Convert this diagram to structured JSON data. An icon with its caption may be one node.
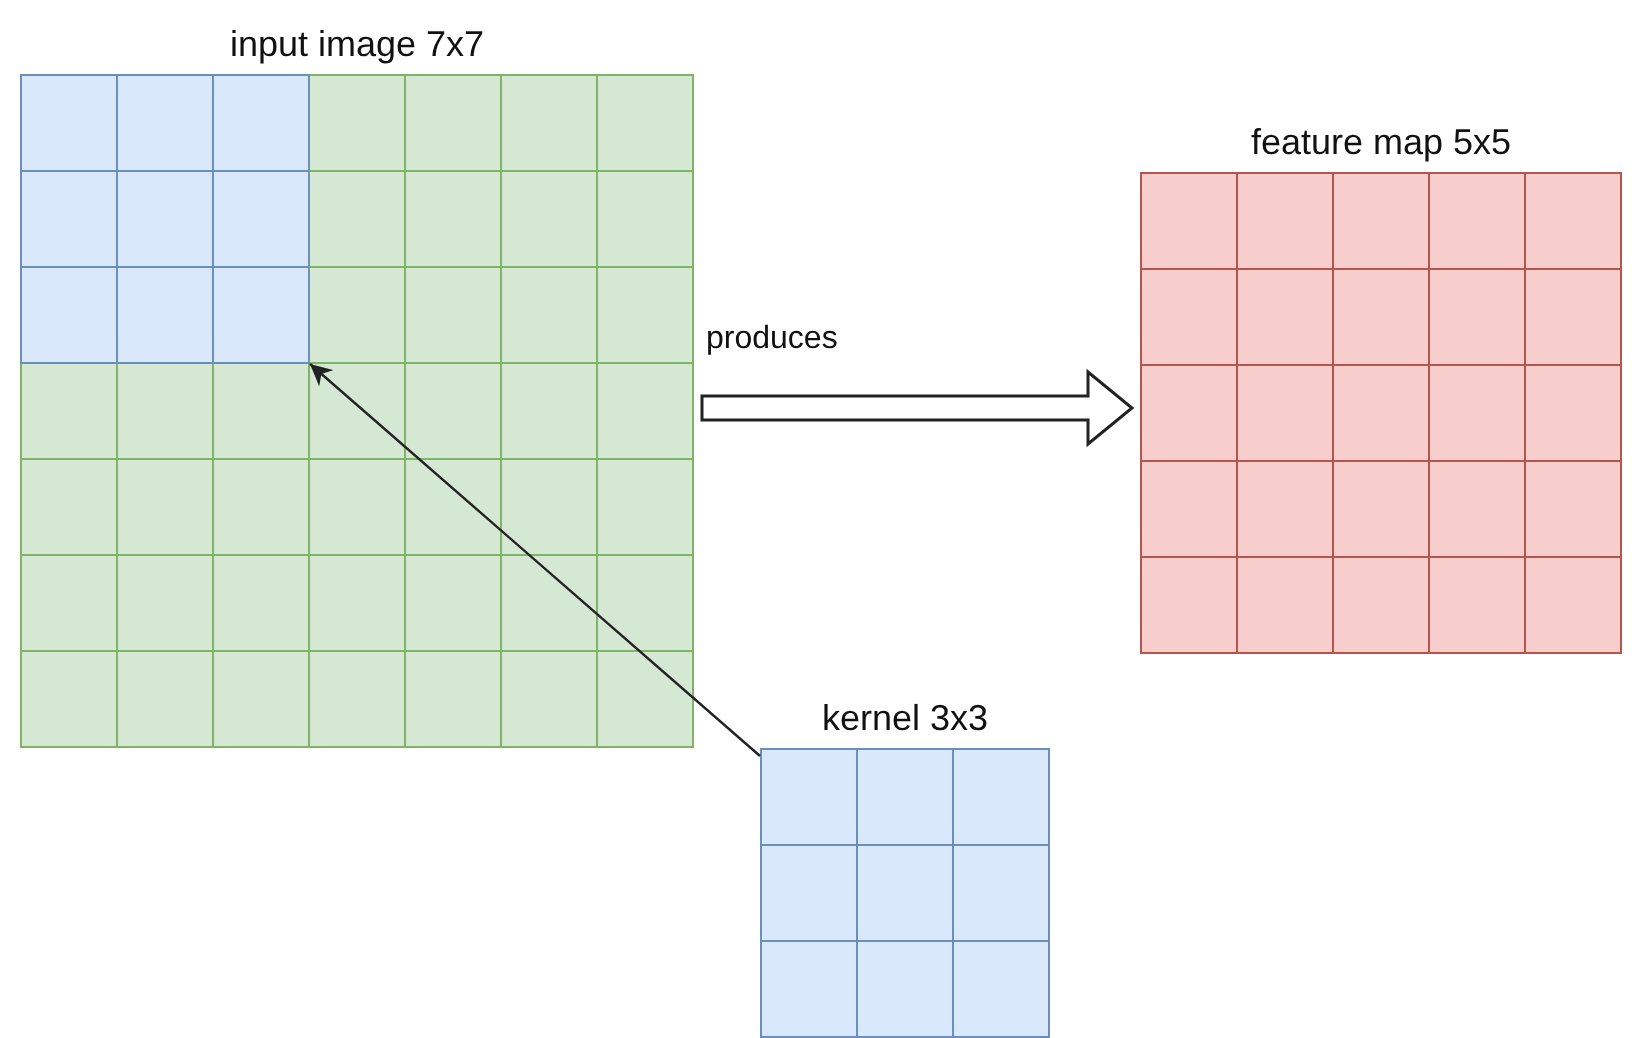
{
  "diagram": {
    "nodes": [
      {
        "text": [
          "input image 7x7"
        ]
      },
      {
        "text": [],
        "shape": "box",
        "in": 0
      },
      {
        "text": [
          "feature map 5x5"
        ]
      },
      {
        "text": [
          "kernel 3x3"
        ]
      }
    ],
    "edges": [
      {
        "from": 3,
        "to": 1,
        "arrow": "to"
      },
      {
        "from": 0,
        "to": 2,
        "arrow": "to",
        "label": "produces",
        "style": "thick"
      }
    ]
  }
}
